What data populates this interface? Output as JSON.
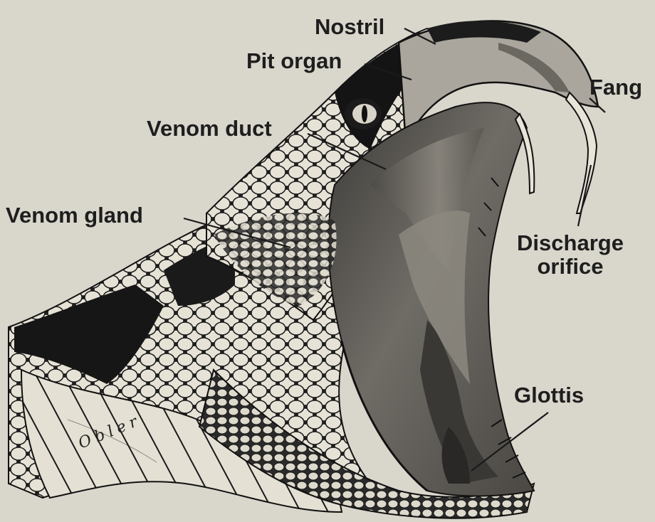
{
  "labels": {
    "nostril": "Nostril",
    "pit_organ": "Pit organ",
    "fang": "Fang",
    "venom_duct": "Venom duct",
    "venom_gland": "Venom gland",
    "discharge_orifice_line1": "Discharge",
    "discharge_orifice_line2": "orifice",
    "glottis": "Glottis"
  },
  "signature": "Obler",
  "colors": {
    "paper": "#d9d6cc",
    "ink": "#1e1e1e",
    "scale_fill": "#e6e2d6",
    "mouth_mid": "#6f6c66",
    "mouth_dark": "#3e3c39",
    "mouth_light": "#a9a59c"
  }
}
